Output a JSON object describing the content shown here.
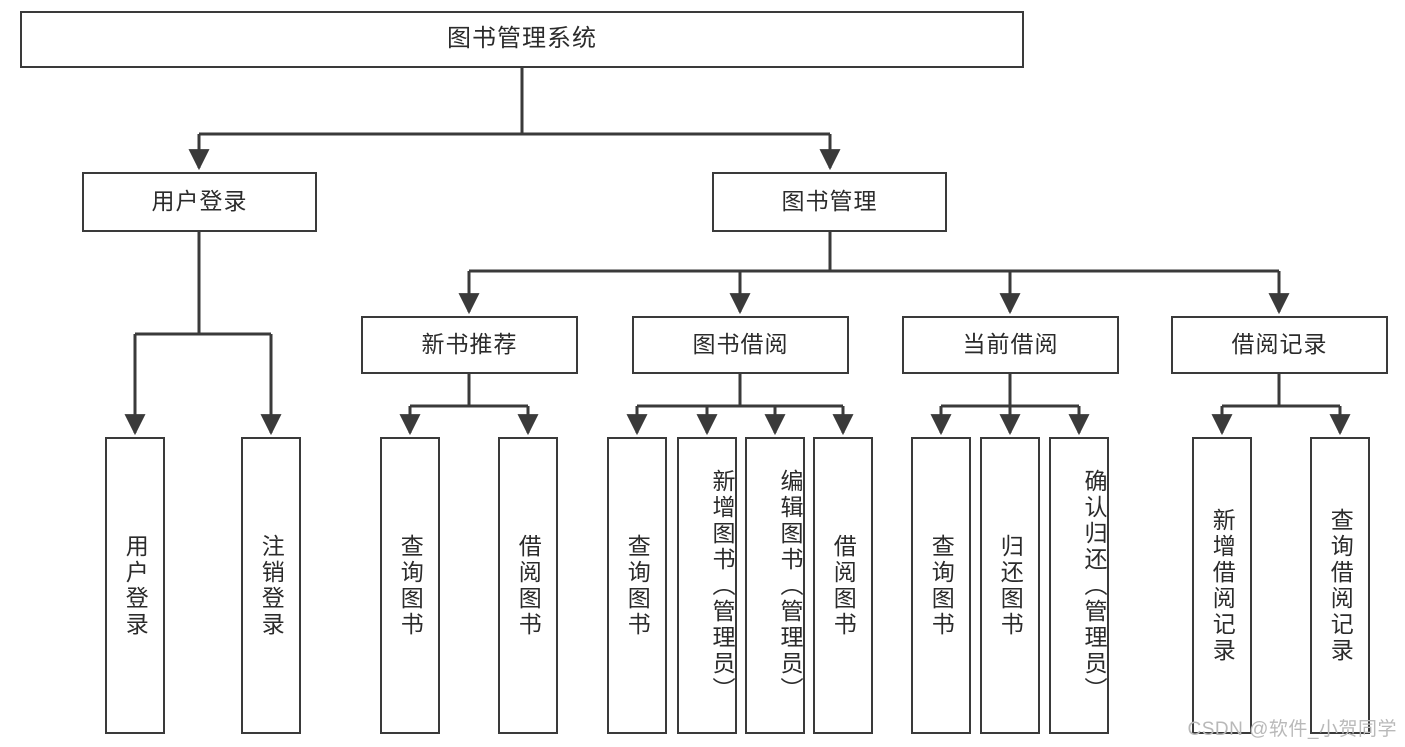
{
  "diagram": {
    "title_node": {
      "label": "图书管理系统"
    },
    "level2": [
      {
        "id": "user-login",
        "label": "用户登录"
      },
      {
        "id": "book-management",
        "label": "图书管理"
      }
    ],
    "level3": [
      {
        "id": "new-book-recommend",
        "label": "新书推荐"
      },
      {
        "id": "book-borrow",
        "label": "图书借阅"
      },
      {
        "id": "current-borrow",
        "label": "当前借阅"
      },
      {
        "id": "borrow-record",
        "label": "借阅记录"
      }
    ],
    "leaves": [
      {
        "id": "leaf-user-login",
        "label": "用户登录"
      },
      {
        "id": "leaf-logout-login",
        "label": "注销登录"
      },
      {
        "id": "leaf-query-book-1",
        "label": "查询图书"
      },
      {
        "id": "leaf-borrow-book-1",
        "label": "借阅图书"
      },
      {
        "id": "leaf-query-book-2",
        "label": "查询图书"
      },
      {
        "id": "leaf-add-book-admin",
        "label": "新增图书（管理员）"
      },
      {
        "id": "leaf-edit-book-admin",
        "label": "编辑图书（管理员）"
      },
      {
        "id": "leaf-borrow-book-2",
        "label": "借阅图书"
      },
      {
        "id": "leaf-query-book-3",
        "label": "查询图书"
      },
      {
        "id": "leaf-return-book",
        "label": "归还图书"
      },
      {
        "id": "leaf-confirm-return-admin",
        "label": "确认归还（管理员）"
      },
      {
        "id": "leaf-add-borrow-record",
        "label": "新增借阅记录"
      },
      {
        "id": "leaf-query-borrow-record",
        "label": "查询借阅记录"
      }
    ],
    "watermark": "CSDN @软件_小贺同学",
    "colors": {
      "stroke": "#3a3a3a",
      "text": "#2b2b2b",
      "background": "#ffffff",
      "watermark": "#b9b9b9"
    }
  }
}
